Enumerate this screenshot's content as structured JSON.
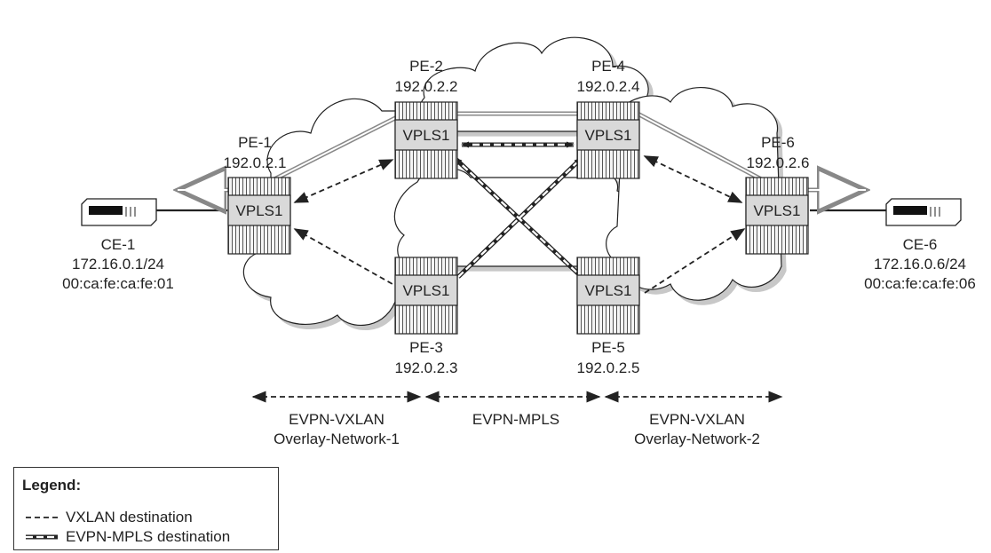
{
  "nodes": {
    "pe1": {
      "name": "PE-1",
      "ip": "192.0.2.1",
      "service": "VPLS1"
    },
    "pe2": {
      "name": "PE-2",
      "ip": "192.0.2.2",
      "service": "VPLS1"
    },
    "pe3": {
      "name": "PE-3",
      "ip": "192.0.2.3",
      "service": "VPLS1"
    },
    "pe4": {
      "name": "PE-4",
      "ip": "192.0.2.4",
      "service": "VPLS1"
    },
    "pe5": {
      "name": "PE-5",
      "ip": "192.0.2.5",
      "service": "VPLS1"
    },
    "pe6": {
      "name": "PE-6",
      "ip": "192.0.2.6",
      "service": "VPLS1"
    }
  },
  "ces": {
    "ce1": {
      "name": "CE-1",
      "ip": "172.16.0.1/24",
      "mac": "00:ca:fe:ca:fe:01"
    },
    "ce6": {
      "name": "CE-6",
      "ip": "172.16.0.6/24",
      "mac": "00:ca:fe:ca:fe:06"
    }
  },
  "segments": {
    "left": {
      "line1": "EVPN-VXLAN",
      "line2": "Overlay-Network-1"
    },
    "middle": {
      "line1": "EVPN-MPLS"
    },
    "right": {
      "line1": "EVPN-VXLAN",
      "line2": "Overlay-Network-2"
    }
  },
  "legend": {
    "title": "Legend:",
    "vxlan": "VXLAN destination",
    "mpls": "EVPN-MPLS destination"
  },
  "colors": {
    "router_fill": "#d9d9d9",
    "cloud_fill": "#ffffff",
    "cloud_shadow": "#c8c8c8",
    "line": "#222222",
    "path": "#999999"
  }
}
